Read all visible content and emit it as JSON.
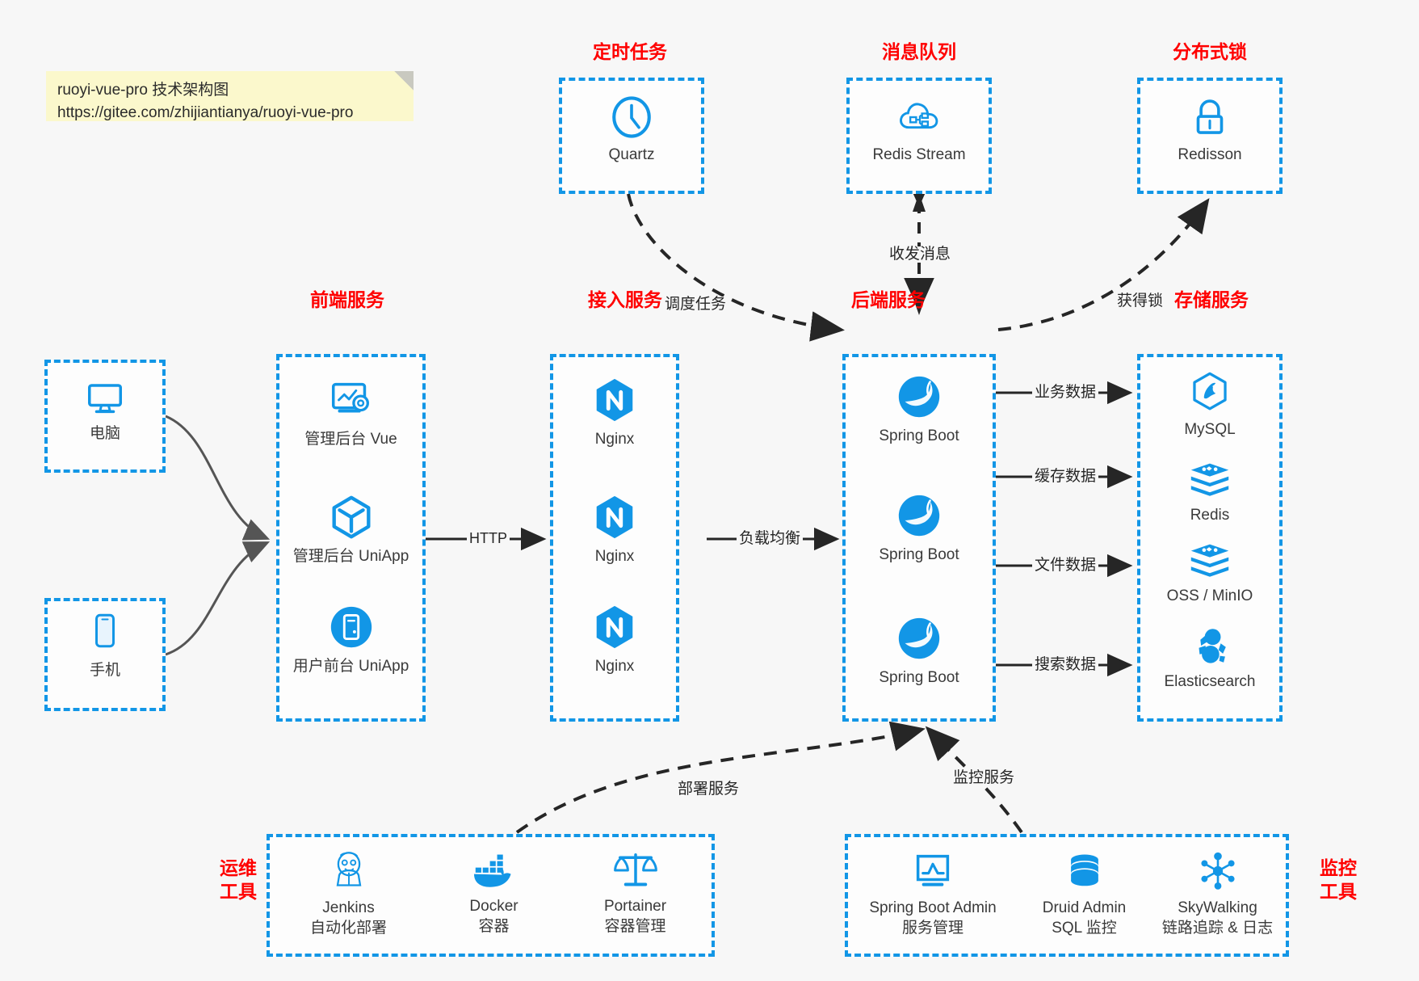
{
  "note": {
    "line1": "ruoyi-vue-pro 技术架构图",
    "line2": "https://gitee.com/zhijiantianya/ruoyi-vue-pro"
  },
  "colors": {
    "accent_blue": "#1296e6",
    "group_label_red": "#ff0000",
    "background": "#f7f7f7",
    "box_fill": "#fdfdfd",
    "text": "#3a3a3a",
    "arrow": "#262626",
    "curve_gray": "#555555",
    "note_yellow": "#fbf8cc"
  },
  "groups": {
    "scheduled_task": {
      "label": "定时任务",
      "nodes": [
        {
          "name": "Quartz",
          "icon": "clock-icon"
        }
      ]
    },
    "message_queue": {
      "label": "消息队列",
      "nodes": [
        {
          "name": "Redis Stream",
          "icon": "cloud-stream-icon"
        }
      ]
    },
    "distributed_lock": {
      "label": "分布式锁",
      "nodes": [
        {
          "name": "Redisson",
          "icon": "lock-icon"
        }
      ]
    },
    "clients": {
      "nodes": [
        {
          "name": "电脑",
          "icon": "desktop-icon"
        },
        {
          "name": "手机",
          "icon": "phone-icon"
        }
      ]
    },
    "frontend": {
      "label": "前端服务",
      "nodes": [
        {
          "name": "管理后台 Vue",
          "icon": "dashboard-gear-icon"
        },
        {
          "name": "管理后台 UniApp",
          "icon": "cube-icon"
        },
        {
          "name": "用户前台 UniApp",
          "icon": "mobile-circle-icon"
        }
      ]
    },
    "gateway": {
      "label": "接入服务",
      "nodes": [
        {
          "name": "Nginx",
          "icon": "nginx-icon"
        },
        {
          "name": "Nginx",
          "icon": "nginx-icon"
        },
        {
          "name": "Nginx",
          "icon": "nginx-icon"
        }
      ]
    },
    "backend": {
      "label": "后端服务",
      "nodes": [
        {
          "name": "Spring Boot",
          "icon": "spring-boot-icon"
        },
        {
          "name": "Spring Boot",
          "icon": "spring-boot-icon"
        },
        {
          "name": "Spring Boot",
          "icon": "spring-boot-icon"
        }
      ]
    },
    "storage": {
      "label": "存储服务",
      "nodes": [
        {
          "name": "MySQL",
          "icon": "mysql-icon"
        },
        {
          "name": "Redis",
          "icon": "redis-icon"
        },
        {
          "name": "OSS / MinIO",
          "icon": "redis-icon"
        },
        {
          "name": "Elasticsearch",
          "icon": "elasticsearch-icon"
        }
      ]
    },
    "devops": {
      "label_line1": "运维",
      "label_line2": "工具",
      "nodes": [
        {
          "name": "Jenkins",
          "sub": "自动化部署",
          "icon": "jenkins-icon"
        },
        {
          "name": "Docker",
          "sub": "容器",
          "icon": "docker-icon"
        },
        {
          "name": "Portainer",
          "sub": "容器管理",
          "icon": "scales-icon"
        }
      ]
    },
    "monitoring": {
      "label_line1": "监控",
      "label_line2": "工具",
      "nodes": [
        {
          "name": "Spring Boot Admin",
          "sub": "服务管理",
          "icon": "monitor-chart-icon"
        },
        {
          "name": "Druid Admin",
          "sub": "SQL 监控",
          "icon": "database-icon"
        },
        {
          "name": "SkyWalking",
          "sub": "链路追踪 & 日志",
          "icon": "skywalking-icon"
        }
      ]
    }
  },
  "edges": {
    "schedule_task": "调度任务",
    "send_receive_message": "收发消息",
    "acquire_lock": "获得锁",
    "http": "HTTP",
    "load_balance": "负载均衡",
    "business_data": "业务数据",
    "cache_data": "缓存数据",
    "file_data": "文件数据",
    "search_data": "搜索数据",
    "deploy_service": "部署服务",
    "monitor_service": "监控服务"
  }
}
